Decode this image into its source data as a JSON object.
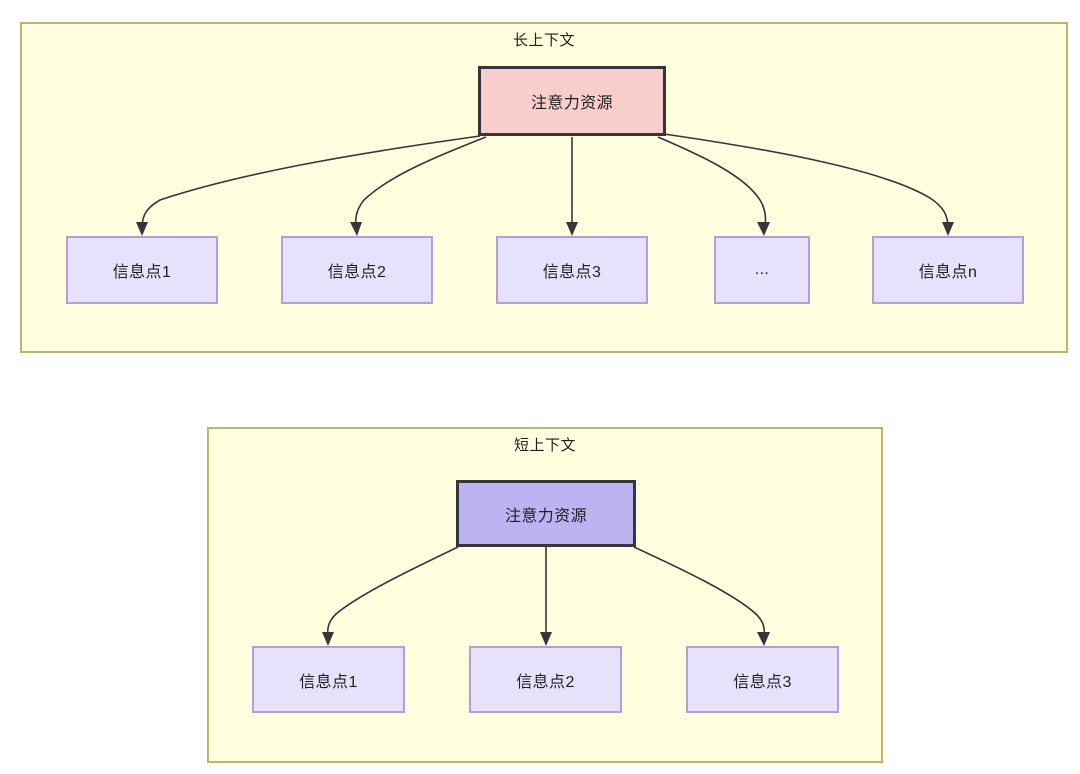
{
  "diagram": {
    "panels": [
      {
        "id": "long-context",
        "title": "长上下文",
        "root": {
          "label": "注意力资源",
          "fill": "#f8cecc",
          "stroke": "#37353a"
        },
        "children": [
          {
            "label": "信息点1"
          },
          {
            "label": "信息点2"
          },
          {
            "label": "信息点3"
          },
          {
            "label": "..."
          },
          {
            "label": "信息点n"
          }
        ]
      },
      {
        "id": "short-context",
        "title": "短上下文",
        "root": {
          "label": "注意力资源",
          "fill": "#bbb3f2",
          "stroke": "#37353a"
        },
        "children": [
          {
            "label": "信息点1"
          },
          {
            "label": "信息点2"
          },
          {
            "label": "信息点3"
          }
        ]
      }
    ],
    "colors": {
      "panel_fill": "#ffffe0",
      "panel_border": "#bdb76b",
      "info_fill": "#e6e2fb",
      "info_border": "#b39ddb",
      "edge": "#37353a",
      "text": "#1f1f1f"
    }
  }
}
